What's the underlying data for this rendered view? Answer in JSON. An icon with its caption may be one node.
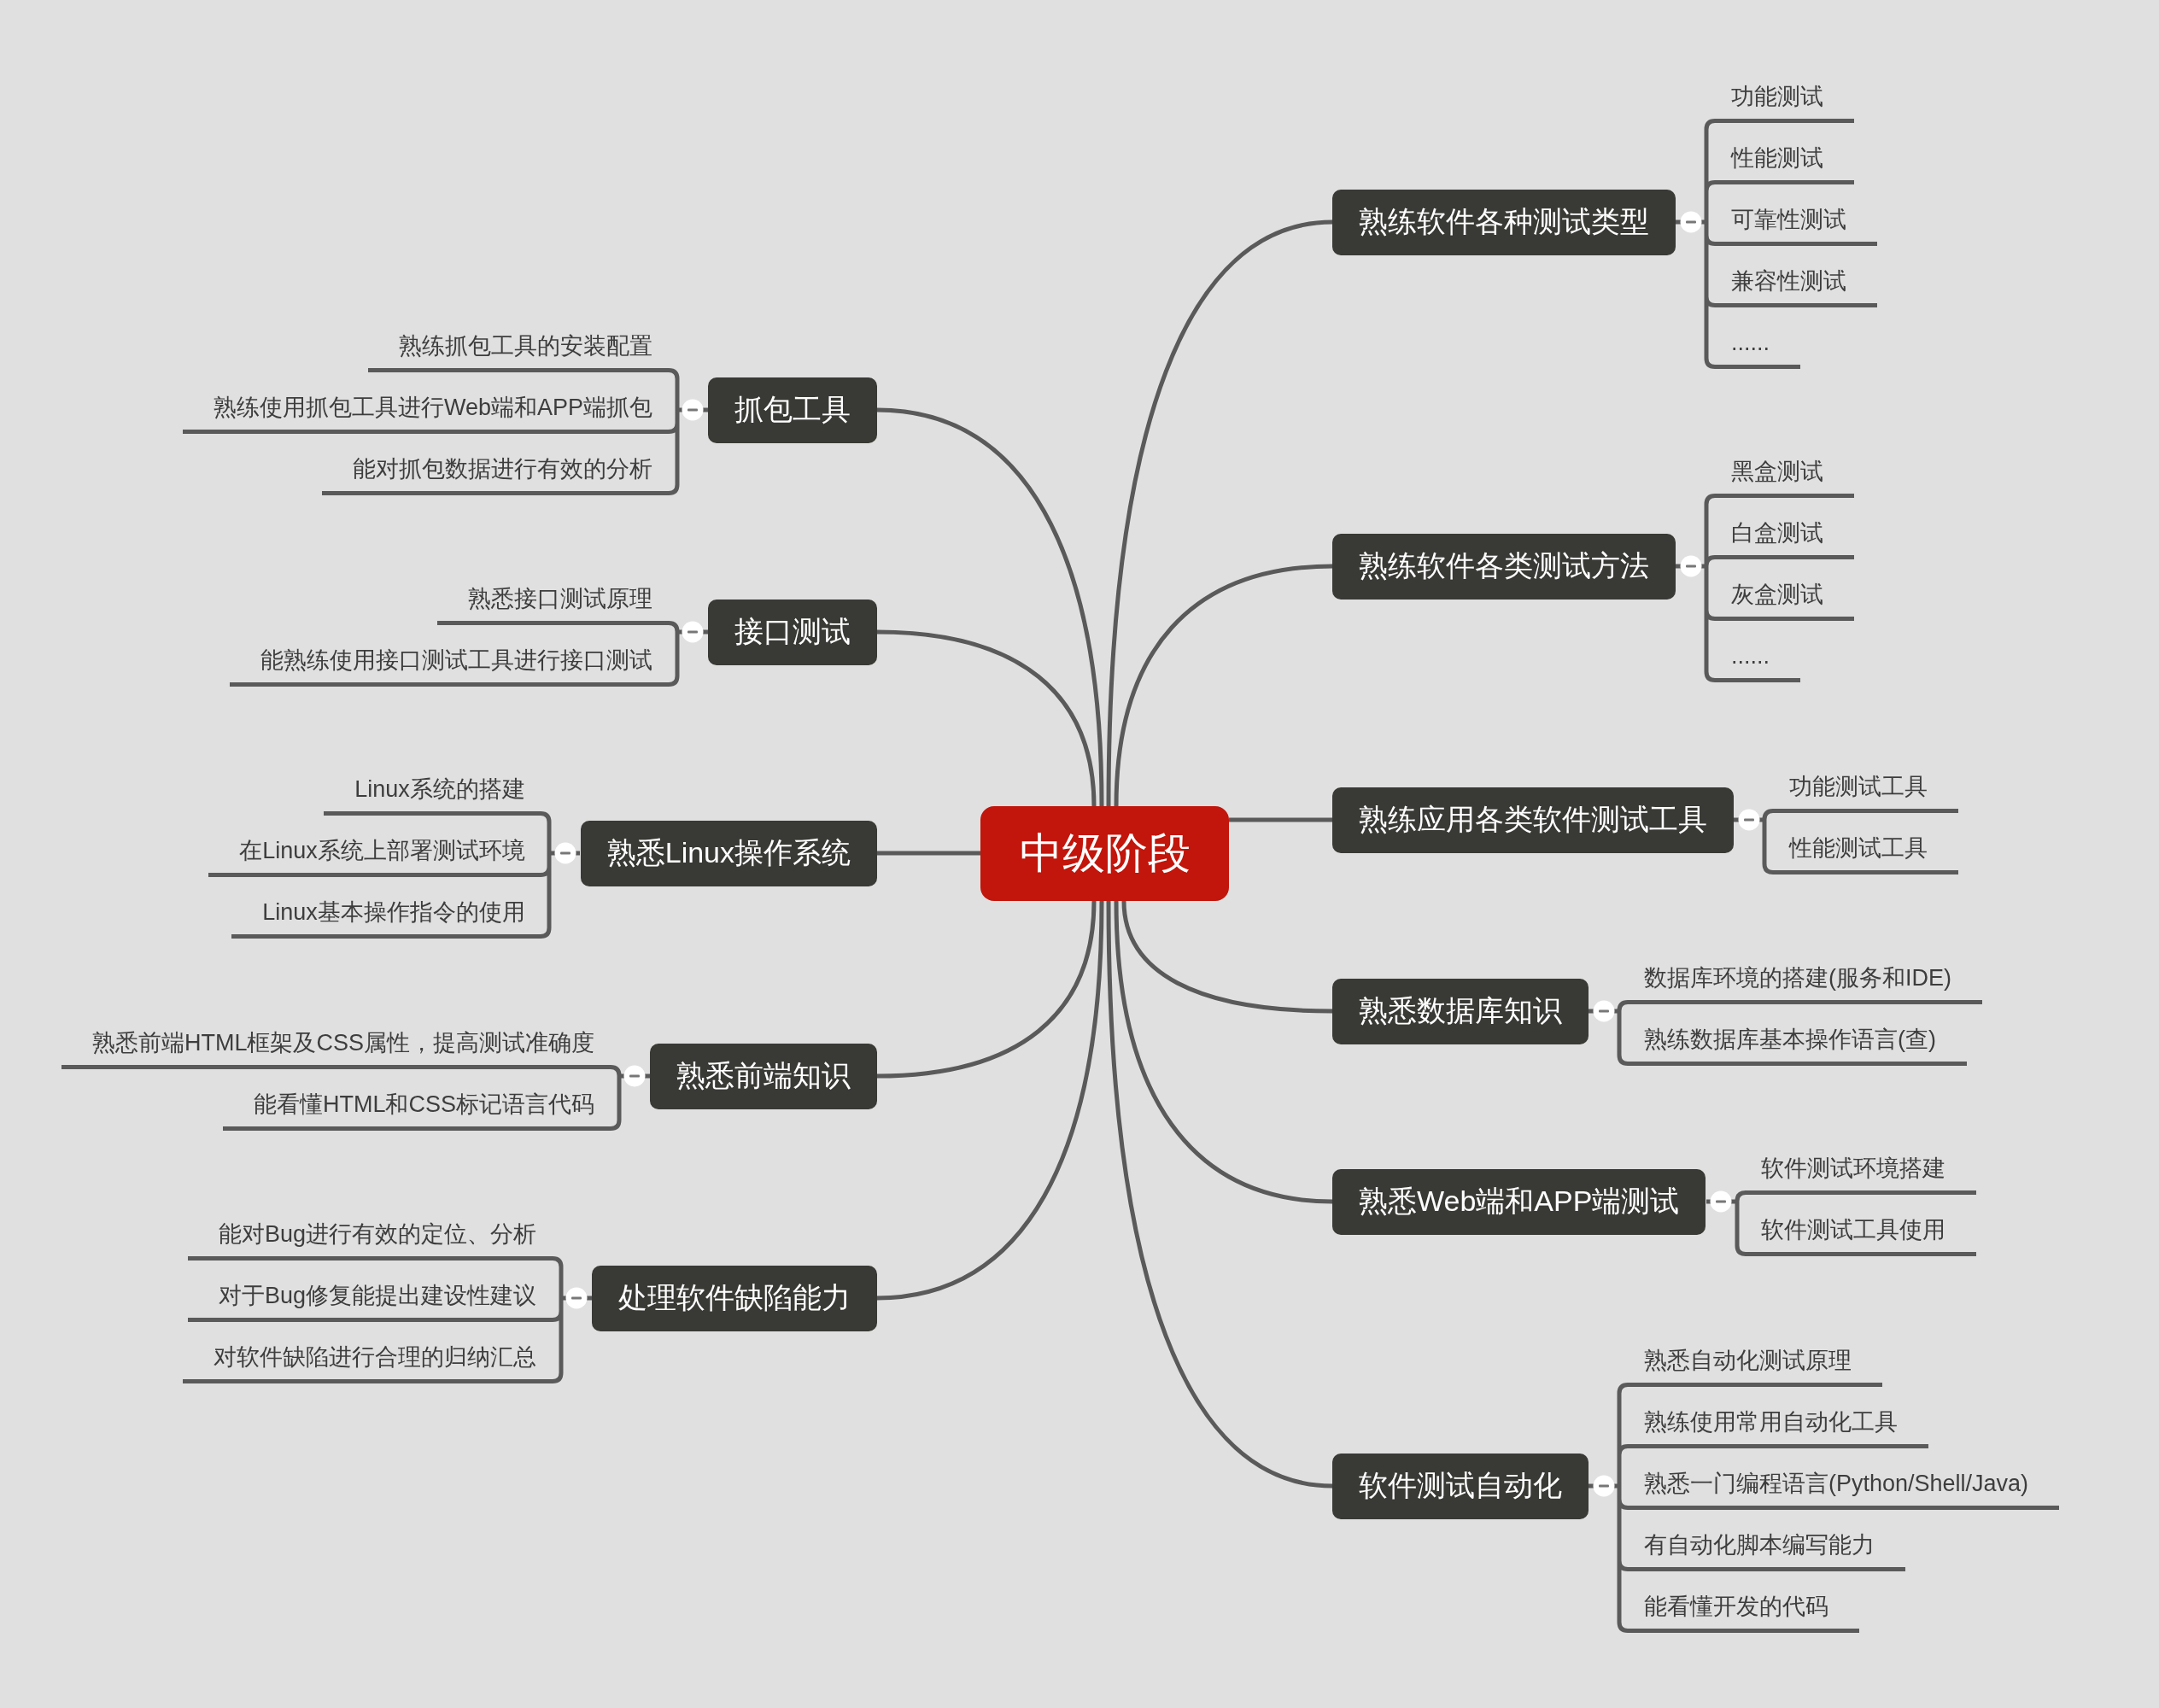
{
  "diagram": {
    "nodes": [
      {
        "text": [
          "中级阶段"
        ]
      },
      {
        "text": [
          "熟练软件各种测试类型"
        ]
      },
      {
        "text": [
          "功能测试"
        ]
      },
      {
        "text": [
          "性能测试"
        ]
      },
      {
        "text": [
          "可靠性测试"
        ]
      },
      {
        "text": [
          "兼容性测试"
        ]
      },
      {
        "text": [
          "......"
        ]
      },
      {
        "text": [
          "熟练软件各类测试方法"
        ]
      },
      {
        "text": [
          "黑盒测试"
        ]
      },
      {
        "text": [
          "白盒测试"
        ]
      },
      {
        "text": [
          "灰盒测试"
        ]
      },
      {
        "text": [
          "......"
        ]
      },
      {
        "text": [
          "熟练应用各类软件测试工具"
        ]
      },
      {
        "text": [
          "功能测试工具"
        ]
      },
      {
        "text": [
          "性能测试工具"
        ]
      },
      {
        "text": [
          "熟悉数据库知识"
        ]
      },
      {
        "text": [
          "数据库环境的搭建(服务和IDE)"
        ]
      },
      {
        "text": [
          "熟练数据库基本操作语言(查)"
        ]
      },
      {
        "text": [
          "熟悉Web端和APP端测试"
        ]
      },
      {
        "text": [
          "软件测试环境搭建"
        ]
      },
      {
        "text": [
          "软件测试工具使用"
        ]
      },
      {
        "text": [
          "软件测试自动化"
        ]
      },
      {
        "text": [
          "熟悉自动化测试原理"
        ]
      },
      {
        "text": [
          "熟练使用常用自动化工具"
        ]
      },
      {
        "text": [
          "熟悉一门编程语言(Python/Shell/Java)"
        ]
      },
      {
        "text": [
          "有自动化脚本编写能力"
        ]
      },
      {
        "text": [
          "能看懂开发的代码"
        ]
      },
      {
        "text": [
          "抓包工具"
        ]
      },
      {
        "text": [
          "熟练抓包工具的安装配置"
        ]
      },
      {
        "text": [
          "熟练使用抓包工具进行Web端和APP端抓包"
        ]
      },
      {
        "text": [
          "能对抓包数据进行有效的分析"
        ]
      },
      {
        "text": [
          "接口测试"
        ]
      },
      {
        "text": [
          "熟悉接口测试原理"
        ]
      },
      {
        "text": [
          "能熟练使用接口测试工具进行接口测试"
        ]
      },
      {
        "text": [
          "熟悉Linux操作系统"
        ]
      },
      {
        "text": [
          "Linux系统的搭建"
        ]
      },
      {
        "text": [
          "在Linux系统上部署测试环境"
        ]
      },
      {
        "text": [
          "Linux基本操作指令的使用"
        ]
      },
      {
        "text": [
          "熟悉前端知识"
        ]
      },
      {
        "text": [
          "熟悉前端HTML框架及CSS属性，提高测试准确度"
        ]
      },
      {
        "text": [
          "能看懂HTML和CSS标记语言代码"
        ]
      },
      {
        "text": [
          "处理软件缺陷能力"
        ]
      },
      {
        "text": [
          "能对Bug进行有效的定位、分析"
        ]
      },
      {
        "text": [
          "对于Bug修复能提出建设性建议"
        ]
      },
      {
        "text": [
          "对软件缺陷进行合理的归纳汇总"
        ]
      }
    ],
    "edges": [
      {
        "from": 0,
        "to": 1,
        "arrow": "none"
      },
      {
        "from": 1,
        "to": 2,
        "arrow": "none"
      },
      {
        "from": 1,
        "to": 3,
        "arrow": "none"
      },
      {
        "from": 1,
        "to": 4,
        "arrow": "none"
      },
      {
        "from": 1,
        "to": 5,
        "arrow": "none"
      },
      {
        "from": 1,
        "to": 6,
        "arrow": "none"
      },
      {
        "from": 0,
        "to": 7,
        "arrow": "none"
      },
      {
        "from": 7,
        "to": 8,
        "arrow": "none"
      },
      {
        "from": 7,
        "to": 9,
        "arrow": "none"
      },
      {
        "from": 7,
        "to": 10,
        "arrow": "none"
      },
      {
        "from": 7,
        "to": 11,
        "arrow": "none"
      },
      {
        "from": 0,
        "to": 12,
        "arrow": "none"
      },
      {
        "from": 12,
        "to": 13,
        "arrow": "none"
      },
      {
        "from": 12,
        "to": 14,
        "arrow": "none"
      },
      {
        "from": 0,
        "to": 15,
        "arrow": "none"
      },
      {
        "from": 15,
        "to": 16,
        "arrow": "none"
      },
      {
        "from": 15,
        "to": 17,
        "arrow": "none"
      },
      {
        "from": 0,
        "to": 18,
        "arrow": "none"
      },
      {
        "from": 18,
        "to": 19,
        "arrow": "none"
      },
      {
        "from": 18,
        "to": 20,
        "arrow": "none"
      },
      {
        "from": 0,
        "to": 21,
        "arrow": "none"
      },
      {
        "from": 21,
        "to": 22,
        "arrow": "none"
      },
      {
        "from": 21,
        "to": 23,
        "arrow": "none"
      },
      {
        "from": 21,
        "to": 24,
        "arrow": "none"
      },
      {
        "from": 21,
        "to": 25,
        "arrow": "none"
      },
      {
        "from": 21,
        "to": 26,
        "arrow": "none"
      },
      {
        "from": 0,
        "to": 27,
        "arrow": "none"
      },
      {
        "from": 27,
        "to": 28,
        "arrow": "none"
      },
      {
        "from": 27,
        "to": 29,
        "arrow": "none"
      },
      {
        "from": 27,
        "to": 30,
        "arrow": "none"
      },
      {
        "from": 0,
        "to": 31,
        "arrow": "none"
      },
      {
        "from": 31,
        "to": 32,
        "arrow": "none"
      },
      {
        "from": 31,
        "to": 33,
        "arrow": "none"
      },
      {
        "from": 0,
        "to": 34,
        "arrow": "none"
      },
      {
        "from": 34,
        "to": 35,
        "arrow": "none"
      },
      {
        "from": 34,
        "to": 36,
        "arrow": "none"
      },
      {
        "from": 34,
        "to": 37,
        "arrow": "none"
      },
      {
        "from": 0,
        "to": 38,
        "arrow": "none"
      },
      {
        "from": 38,
        "to": 39,
        "arrow": "none"
      },
      {
        "from": 38,
        "to": 40,
        "arrow": "none"
      },
      {
        "from": 0,
        "to": 41,
        "arrow": "none"
      },
      {
        "from": 41,
        "to": 42,
        "arrow": "none"
      },
      {
        "from": 41,
        "to": 43,
        "arrow": "none"
      },
      {
        "from": 41,
        "to": 44,
        "arrow": "none"
      }
    ]
  }
}
